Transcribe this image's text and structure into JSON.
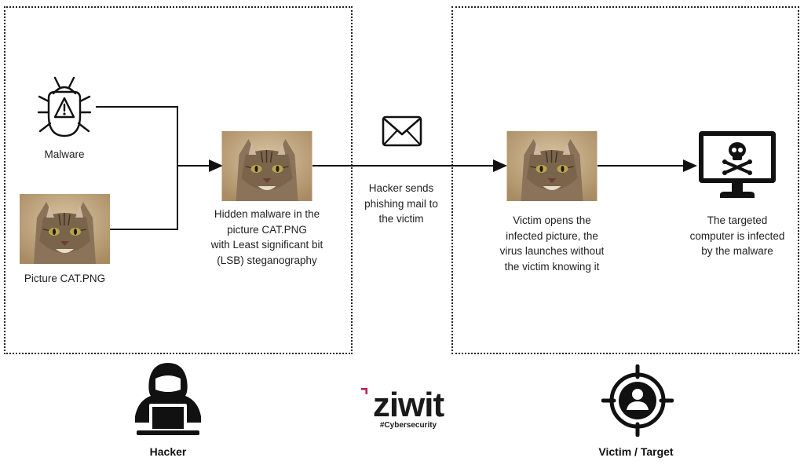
{
  "hacker_panel": {
    "malware_label": "Malware",
    "picture_label": "Picture CAT.PNG",
    "hidden_label_lines": [
      "Hidden malware in the",
      "picture CAT.PNG",
      "with Least significant bit",
      "(LSB) steganography"
    ]
  },
  "transfer": {
    "label_lines": [
      "Hacker sends",
      "phishing mail to",
      "the victim"
    ]
  },
  "victim_panel": {
    "opens_label_lines": [
      "Victim opens the",
      "infected picture, the",
      "virus launches without",
      "the victim knowing it"
    ],
    "infected_label_lines": [
      "The targeted",
      "computer is infected",
      "by the malware"
    ]
  },
  "footer": {
    "hacker_label": "Hacker",
    "victim_label": "Victim / Target",
    "logo_text": "ziwit",
    "logo_tagline": "#Cybersecurity"
  },
  "colors": {
    "line": "#111111",
    "logo_accent": "#c2185b",
    "logo_text": "#1a1a1a"
  },
  "icons": [
    "bug-warning-icon",
    "envelope-icon",
    "skull-monitor-icon",
    "hacker-laptop-icon",
    "target-person-icon"
  ]
}
